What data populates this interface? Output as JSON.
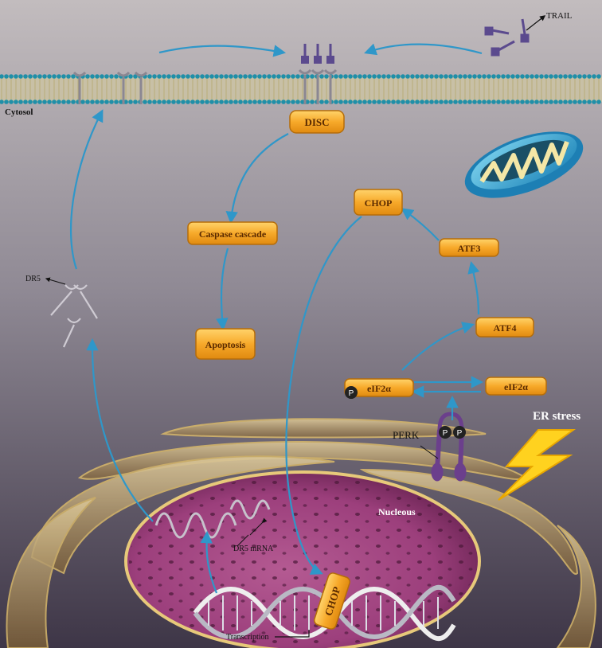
{
  "labels": {
    "cytosol": "Cytosol",
    "trail": "TRAIL",
    "dr5": "DR5",
    "dr5_mrna": "DR5 mRNA",
    "perk": "PERK",
    "er_stress": "ER stress",
    "nucleous": "Nucleous",
    "transcription": "Transcription",
    "phospho": "P"
  },
  "boxes": {
    "disc": "DISC",
    "caspase": "Caspase cascade",
    "apoptosis": "Apoptosis",
    "chop_cyto": "CHOP",
    "atf3": "ATF3",
    "atf4": "ATF4",
    "eif2a_p": "eIF2α",
    "eif2a": "eIF2α",
    "chop_dna": "CHOP"
  },
  "colors": {
    "arrow": "#2f97c9",
    "box_fill": "#f5a623",
    "box_stroke": "#c8760a",
    "nucleus": "#a3457f",
    "membrane_bead": "#1f8fa8",
    "receptor": "#5b4a8e",
    "lightning": "#ffd21f",
    "perk": "#6b3f8c",
    "er": "#d6b373"
  }
}
